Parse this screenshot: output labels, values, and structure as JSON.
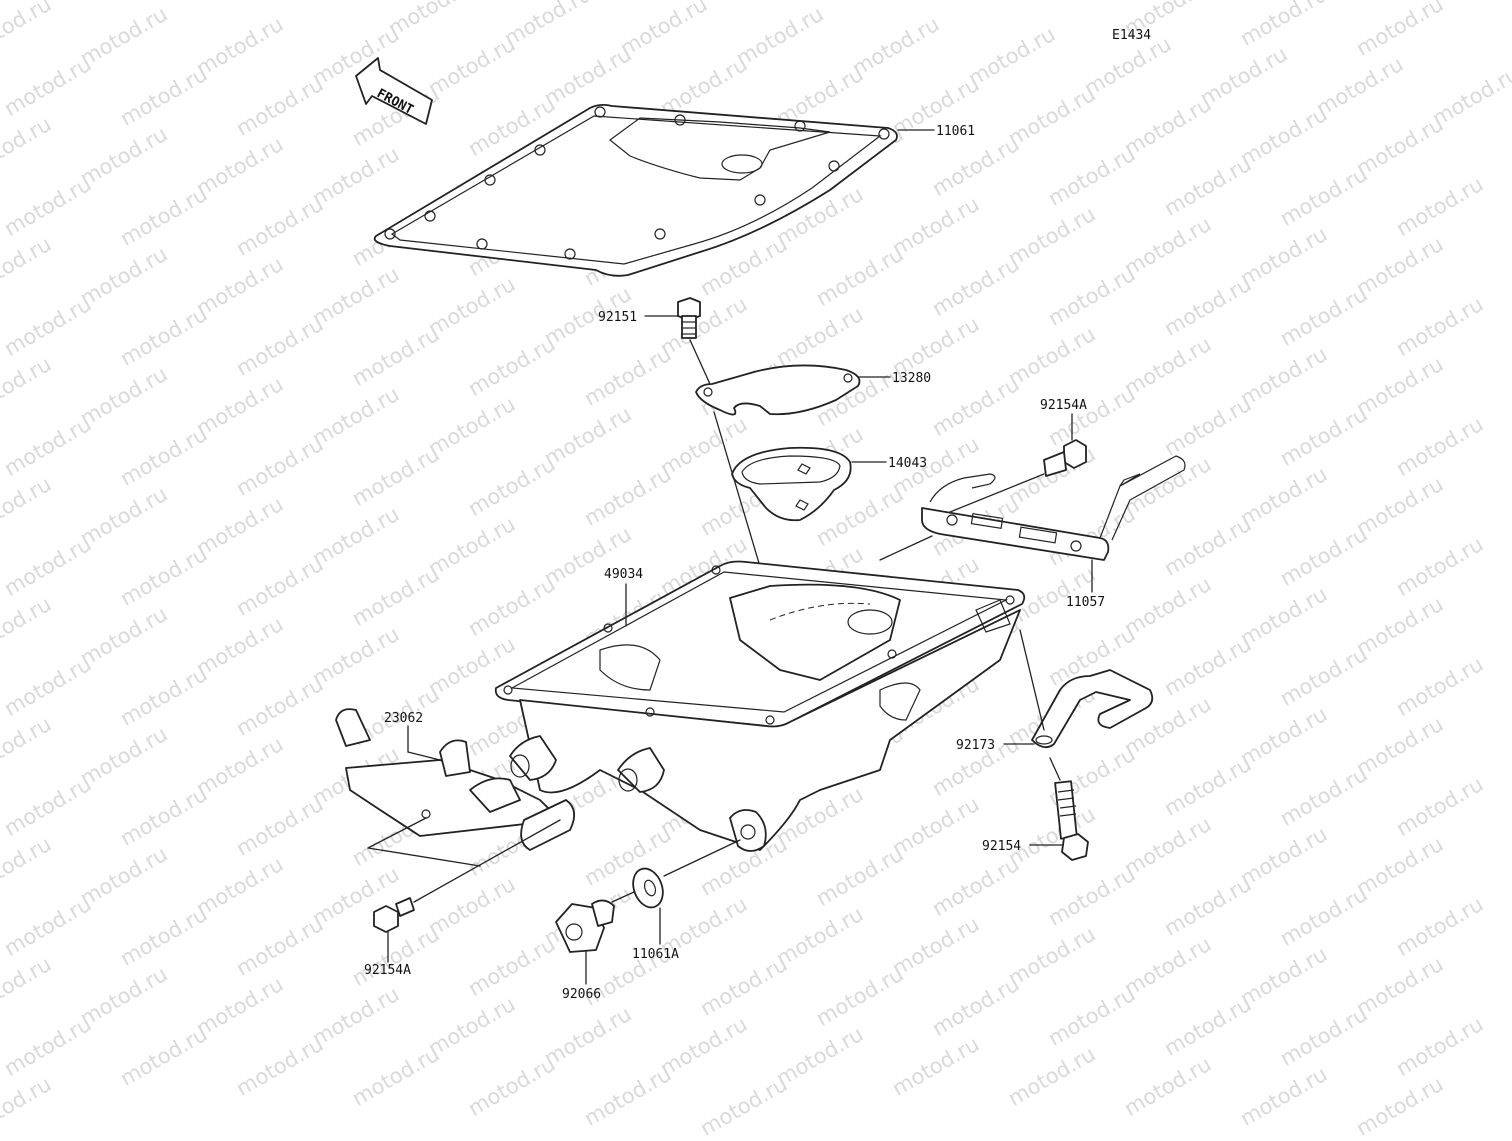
{
  "diagram_code": "E1434",
  "front_label": "FRONT",
  "watermark": "motod.ru",
  "parts": {
    "p11061": "11061",
    "p92151": "92151",
    "p13280": "13280",
    "p14043": "14043",
    "p92154A_top": "92154A",
    "p49034": "49034",
    "p11057": "11057",
    "p23062": "23062",
    "p92173": "92173",
    "p92154": "92154",
    "p92154A_bottom": "92154A",
    "p11061A": "11061A",
    "p92066": "92066"
  }
}
